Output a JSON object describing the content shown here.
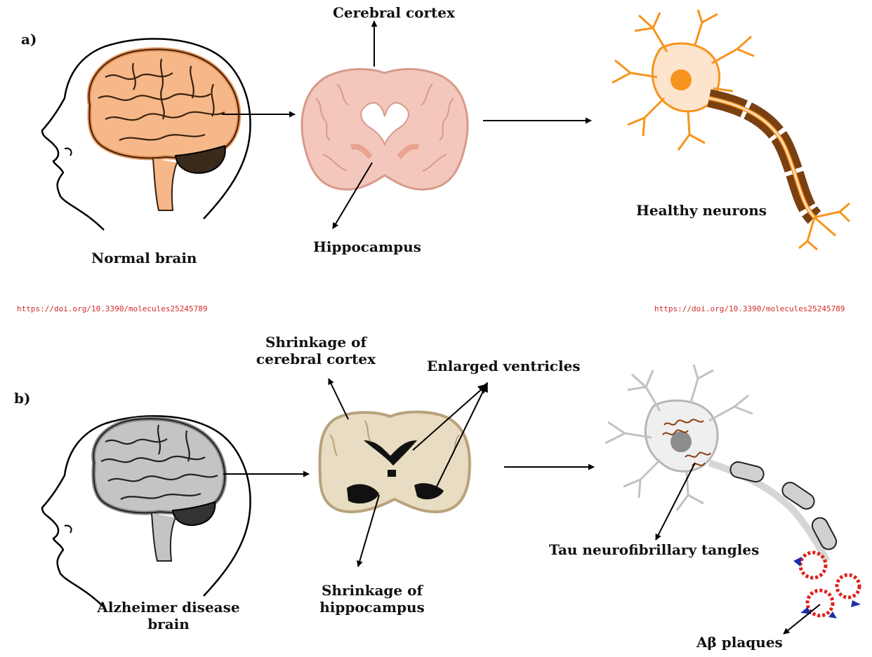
{
  "panels": {
    "a": "a)",
    "b": "b)"
  },
  "labels": {
    "cerebral_cortex": "Cerebral cortex",
    "healthy_neurons": "Healthy neurons",
    "normal_brain": "Normal brain",
    "hippocampus": "Hippocampus",
    "shrinkage_cortex_1": "Shrinkage of",
    "shrinkage_cortex_2": "cerebral cortex",
    "enlarged_ventricles": "Enlarged ventricles",
    "tau_tangles": "Tau neurofibrillary tangles",
    "alz_brain_1": "Alzheimer disease",
    "alz_brain_2": "brain",
    "shrinkage_hippo_1": "Shrinkage of",
    "shrinkage_hippo_2": "hippocampus",
    "abeta_plaques": "Aβ plaques"
  },
  "watermarks": {
    "left": "https://doi.org/10.3390/molecules25245789",
    "right": "https://doi.org/10.3390/molecules25245789"
  },
  "colors": {
    "healthy_brain": "#f6b888",
    "healthy_outline": "#e9935a",
    "neuron_orange": "#f7941d",
    "myelin_brown": "#7a4010",
    "section_pink": "#f3c7bb",
    "disease_brain": "#b9b9b9",
    "disease_section": "#e8dcc2",
    "plaque_red": "#e0201b",
    "plaque_blue": "#1f2fa8"
  },
  "icons": [
    "head-profile-icon",
    "brain-icon",
    "coronal-section-icon",
    "neuron-icon",
    "arrow-icon"
  ]
}
